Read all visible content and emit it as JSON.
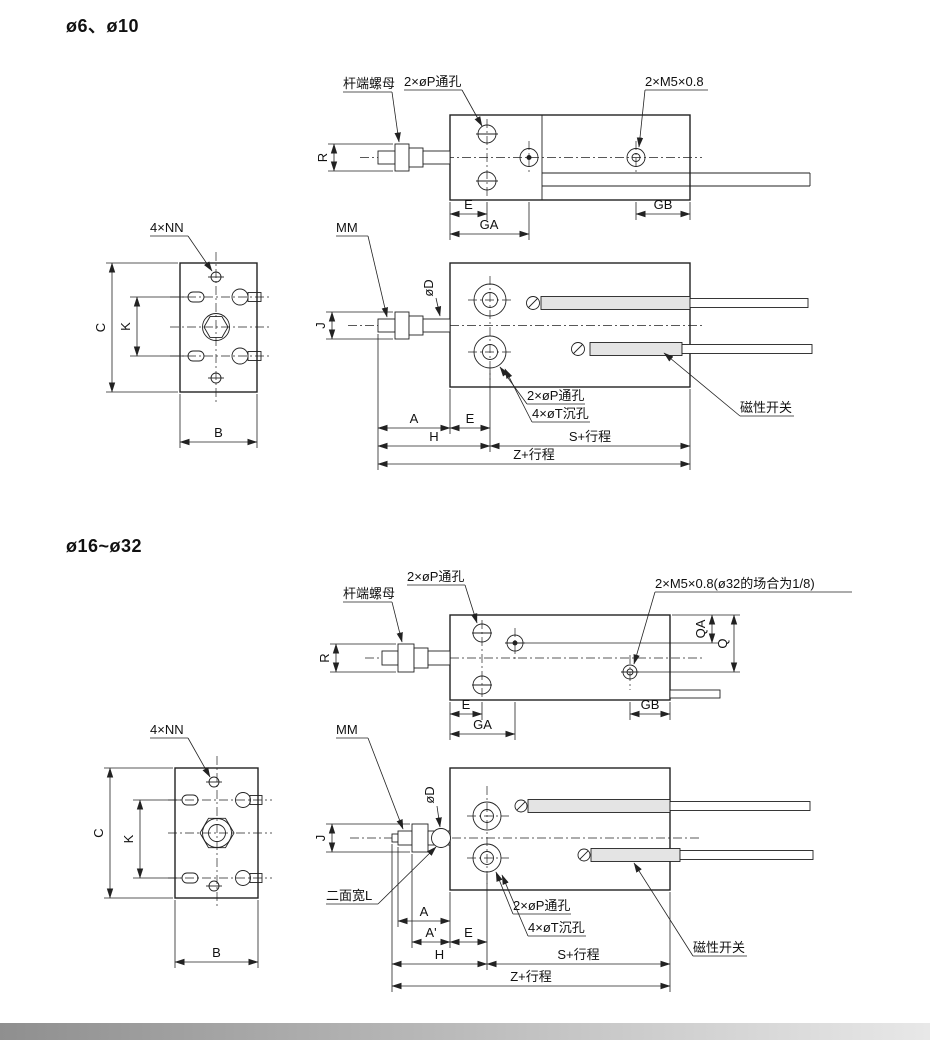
{
  "sections": {
    "s1": {
      "title": "ø6、ø10"
    },
    "s2": {
      "title": "ø16~ø32"
    }
  },
  "labels": {
    "rod_end_nut": "杆端螺母",
    "p_hole": "2×øP通孔",
    "m5": "2×M5×0.8",
    "m5_32": "2×M5×0.8(ø32的场合为1/8)",
    "t_hole": "4×øT沉孔",
    "switch": "磁性开关",
    "nn": "4×NN",
    "mm": "MM",
    "d": "øD",
    "flats_l": "二面宽L"
  },
  "dims": {
    "R": "R",
    "E": "E",
    "GA": "GA",
    "GB": "GB",
    "C": "C",
    "K": "K",
    "B": "B",
    "J": "J",
    "A": "A",
    "A2": "A'",
    "H": "H",
    "QA": "QA",
    "Q": "Q",
    "S": "S+行程",
    "Z": "Z+行程"
  }
}
